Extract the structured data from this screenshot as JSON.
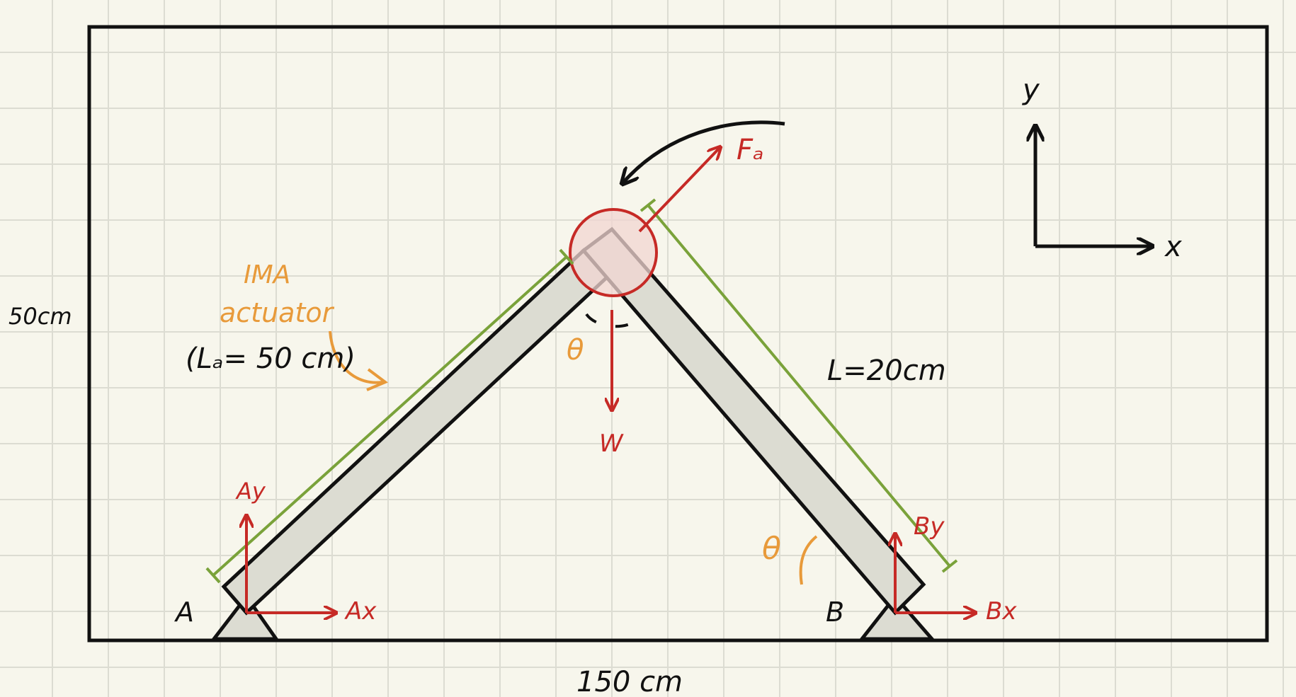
{
  "labels": {
    "height_dim": "50cm",
    "width_dim": "150 cm",
    "length_dim": "L=20cm",
    "actuator_line1": "IMA",
    "actuator_line2": "actuator",
    "actuator_length": "(Lₐ= 50 cm)",
    "support_a": "A",
    "support_b": "B",
    "force_actuator": "Fₐ",
    "weight": "W",
    "angle_top": "θ",
    "angle_bottom": "θ",
    "ay": "Ay",
    "ax": "Ax",
    "by": "By",
    "bx": "Bx",
    "axis_x": "x",
    "axis_y": "y"
  },
  "colors": {
    "structure": "#111111",
    "member_fill": "#dcdcd2",
    "force": "#c62a26",
    "dimension": "#7aa23a",
    "annotation": "#e89a3a",
    "joint_fill": "#f1d6d2"
  }
}
